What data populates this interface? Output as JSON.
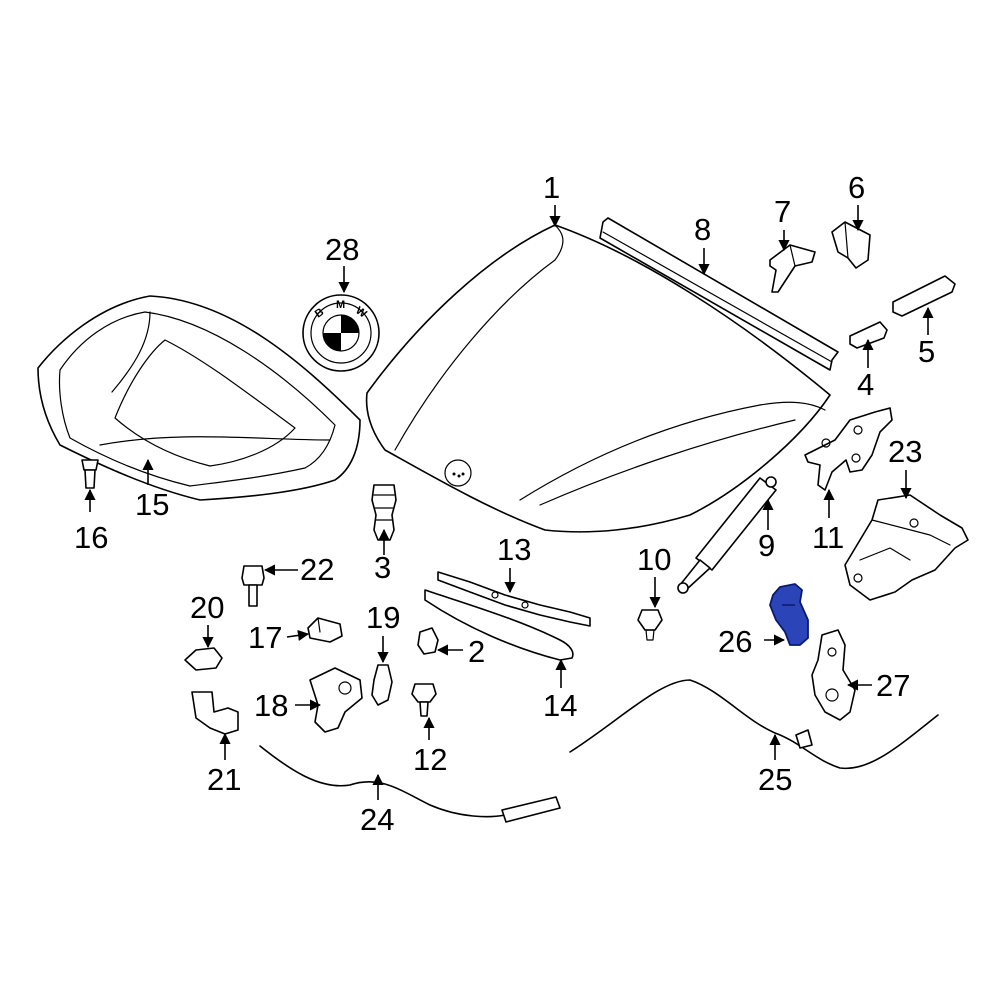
{
  "diagram": {
    "highlight_color": "#2b44b8",
    "emblem_letters": [
      "B",
      "M",
      "W"
    ],
    "callouts": [
      {
        "id": "1",
        "label": "1"
      },
      {
        "id": "2",
        "label": "2"
      },
      {
        "id": "3",
        "label": "3"
      },
      {
        "id": "4",
        "label": "4"
      },
      {
        "id": "5",
        "label": "5"
      },
      {
        "id": "6",
        "label": "6"
      },
      {
        "id": "7",
        "label": "7"
      },
      {
        "id": "8",
        "label": "8"
      },
      {
        "id": "9",
        "label": "9"
      },
      {
        "id": "10",
        "label": "10"
      },
      {
        "id": "11",
        "label": "11"
      },
      {
        "id": "12",
        "label": "12"
      },
      {
        "id": "13",
        "label": "13"
      },
      {
        "id": "14",
        "label": "14"
      },
      {
        "id": "15",
        "label": "15"
      },
      {
        "id": "16",
        "label": "16"
      },
      {
        "id": "17",
        "label": "17"
      },
      {
        "id": "18",
        "label": "18"
      },
      {
        "id": "19",
        "label": "19"
      },
      {
        "id": "20",
        "label": "20"
      },
      {
        "id": "21",
        "label": "21"
      },
      {
        "id": "22",
        "label": "22"
      },
      {
        "id": "23",
        "label": "23"
      },
      {
        "id": "24",
        "label": "24"
      },
      {
        "id": "25",
        "label": "25"
      },
      {
        "id": "26",
        "label": "26"
      },
      {
        "id": "27",
        "label": "27"
      },
      {
        "id": "28",
        "label": "28"
      }
    ]
  }
}
